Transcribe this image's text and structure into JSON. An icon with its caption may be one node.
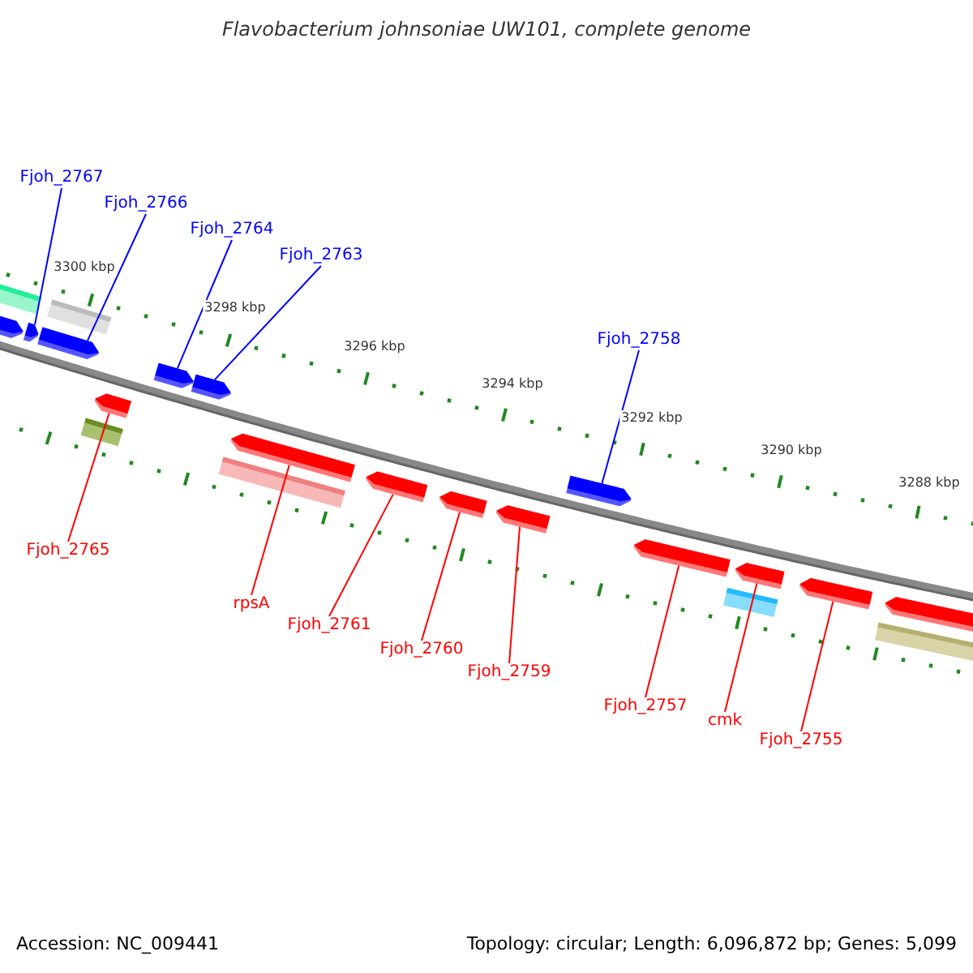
{
  "diagram": {
    "title": "Flavobacterium johnsoniae UW101, complete genome",
    "nodes": [
      {
        "text": [
          "Fjoh_2767"
        ]
      },
      {
        "text": [
          "Fjoh_2766"
        ]
      },
      {
        "text": [
          "Fjoh_2764"
        ]
      },
      {
        "text": [
          "Fjoh_2763"
        ]
      },
      {
        "text": [
          "Fjoh_2758"
        ]
      },
      {
        "text": [
          "Fjoh_2765"
        ]
      },
      {
        "text": [
          "rpsA"
        ]
      },
      {
        "text": [
          "Fjoh_2761"
        ]
      },
      {
        "text": [
          "Fjoh_2760"
        ]
      },
      {
        "text": [
          "Fjoh_2759"
        ]
      },
      {
        "text": [
          "Fjoh_2757"
        ]
      },
      {
        "text": [
          "cmk"
        ]
      },
      {
        "text": [
          "Fjoh_2755"
        ]
      },
      {
        "text": [],
        "shape": "bar"
      },
      {
        "text": [],
        "shape": "bar"
      },
      {
        "text": [],
        "shape": "bar"
      },
      {
        "text": [],
        "shape": "bar"
      },
      {
        "text": [],
        "shape": "bar"
      },
      {
        "text": [],
        "shape": "bar"
      },
      {
        "text": [],
        "shape": "bar"
      },
      {
        "text": [],
        "shape": "bar"
      },
      {
        "text": [],
        "shape": "bar"
      },
      {
        "text": [],
        "shape": "bar"
      },
      {
        "text": [],
        "shape": "bar"
      },
      {
        "text": [],
        "shape": "bar"
      },
      {
        "text": [],
        "shape": "bar"
      },
      {
        "text": [],
        "shape": "bar"
      },
      {
        "text": [],
        "shape": "bar"
      },
      {
        "text": [],
        "shape": "bar"
      },
      {
        "text": [],
        "shape": "bar"
      },
      {
        "text": [],
        "shape": "bar"
      },
      {
        "text": [],
        "shape": "bar"
      },
      {
        "text": [],
        "shape": "bar"
      },
      {
        "text": [],
        "shape": "bar"
      }
    ],
    "edges": [
      {
        "from": 0,
        "to": 15,
        "arrow": "none",
        "color": "#0000ff"
      },
      {
        "from": 1,
        "to": 16,
        "arrow": "none",
        "color": "#0000ff"
      },
      {
        "from": 2,
        "to": 20,
        "arrow": "none",
        "color": "#0000ff"
      },
      {
        "from": 3,
        "to": 21,
        "arrow": "none",
        "color": "#0000ff"
      },
      {
        "from": 4,
        "to": 27,
        "arrow": "none",
        "color": "#0000ff"
      },
      {
        "from": 5,
        "to": 19,
        "arrow": "none"
      },
      {
        "from": 6,
        "to": 23,
        "arrow": "none"
      },
      {
        "from": 7,
        "to": 24,
        "arrow": "none"
      },
      {
        "from": 8,
        "to": 25,
        "arrow": "none"
      },
      {
        "from": 9,
        "to": 26,
        "arrow": "none"
      },
      {
        "from": 10,
        "to": 28,
        "arrow": "none"
      },
      {
        "from": 11,
        "to": 30,
        "arrow": "none"
      },
      {
        "from": 12,
        "to": 31,
        "arrow": "none"
      }
    ],
    "labels": [
      "3300 kbp",
      "3298 kbp",
      "3296 kbp",
      "3294 kbp",
      "3292 kbp",
      "3290 kbp",
      "3288 kbp",
      "Accession: NC_009441",
      "Topology: circular; Length: 6,096,872 bp; Genes: 5,099"
    ]
  }
}
